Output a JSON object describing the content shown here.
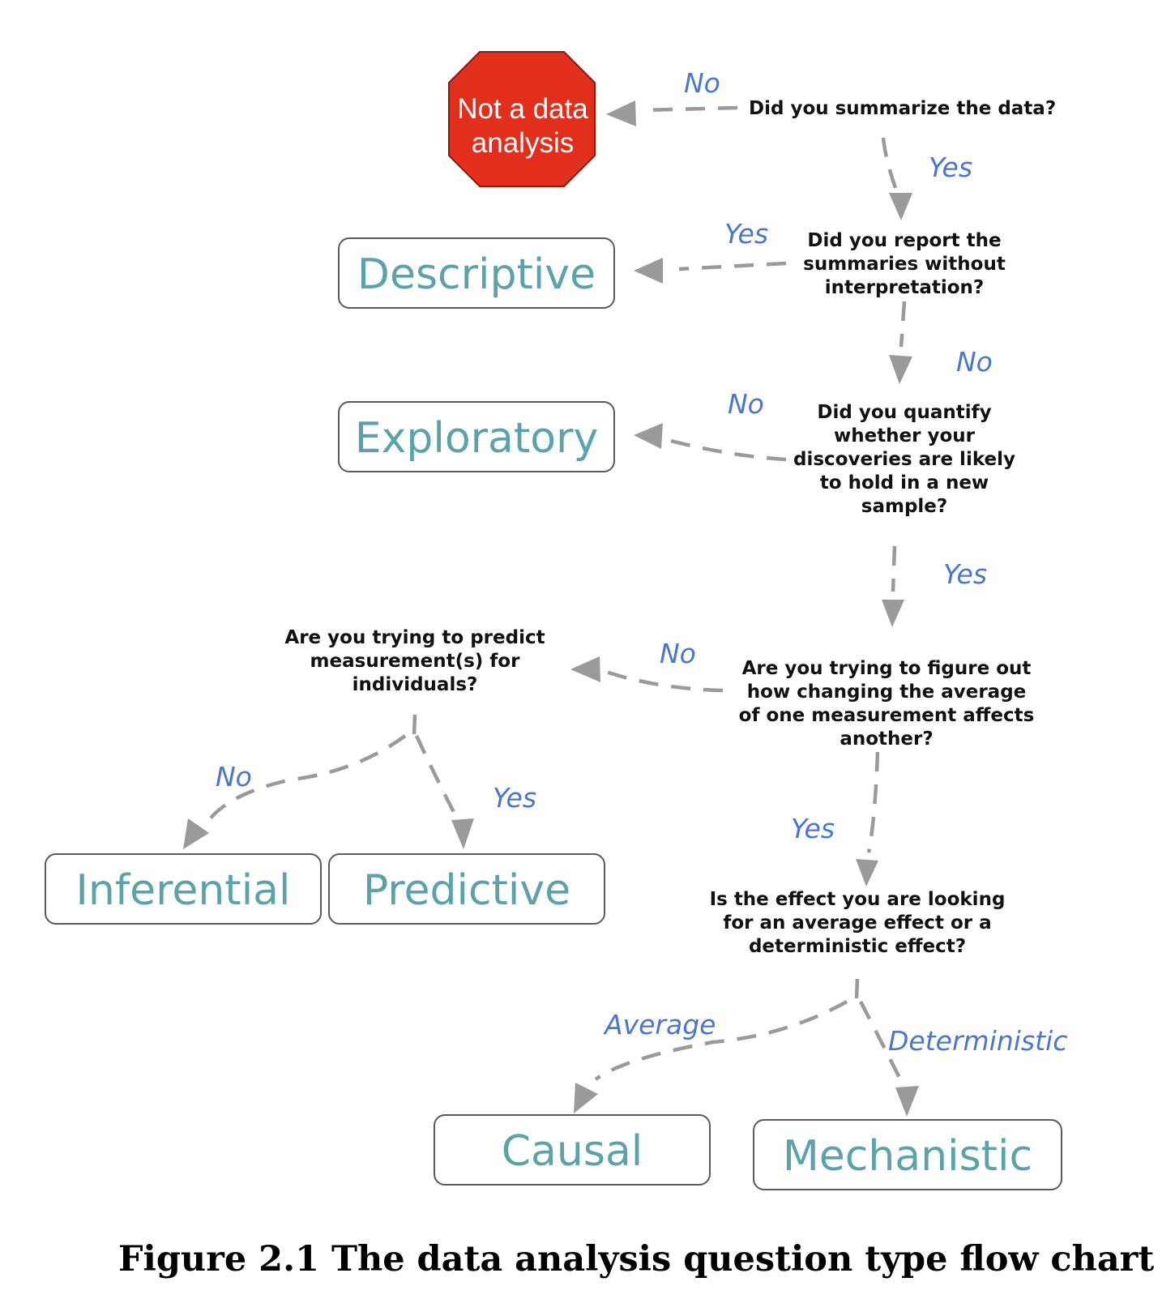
{
  "colors": {
    "answer": "#4a76d0",
    "result": "#5ba3ab",
    "stop": "#e12f1b",
    "edge": "#9a9a9a"
  },
  "stop": {
    "line1": "Not a data",
    "line2": "analysis"
  },
  "questions": {
    "q1": [
      "Did you summarize the data?"
    ],
    "q2": [
      "Did you report the",
      "summaries without",
      "interpretation?"
    ],
    "q3": [
      "Did you quantify",
      "whether your",
      "discoveries are likely",
      "to hold in a new",
      "sample?"
    ],
    "q4": [
      "Are you trying to figure out",
      "how changing the average",
      "of one measurement affects",
      "another?"
    ],
    "q5": [
      "Are you trying to predict",
      "measurement(s) for",
      "individuals?"
    ],
    "q6": [
      "Is the effect you are looking",
      "for an average effect or a",
      "deterministic effect?"
    ]
  },
  "answers": {
    "q1_no": "No",
    "q1_yes": "Yes",
    "q2_yes": "Yes",
    "q2_no": "No",
    "q3_no": "No",
    "q3_yes": "Yes",
    "q4_no": "No",
    "q4_yes": "Yes",
    "q5_no": "No",
    "q5_yes": "Yes",
    "q6_average": "Average",
    "q6_deterministic": "Deterministic"
  },
  "results": {
    "descriptive": "Descriptive",
    "exploratory": "Exploratory",
    "inferential": "Inferential",
    "predictive": "Predictive",
    "causal": "Causal",
    "mechanistic": "Mechanistic"
  },
  "caption": "Figure 2.1 The data analysis question type flow chart"
}
